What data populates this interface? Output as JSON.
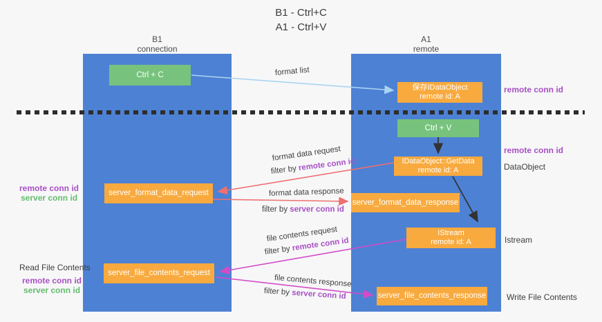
{
  "title": {
    "line1": "B1 - Ctrl+C",
    "line2": "A1 - Ctrl+V"
  },
  "columns": {
    "left": {
      "name": "B1",
      "role": "connection"
    },
    "right": {
      "name": "A1",
      "role": "remote"
    }
  },
  "nodes": {
    "ctrl_c": {
      "label": "Ctrl + C"
    },
    "save_idataobject": {
      "line1": "保存IDataObject",
      "line2": "remote id: A"
    },
    "ctrl_v": {
      "label": "Ctrl + V"
    },
    "getdata": {
      "line1": "IDataObject::GetData",
      "line2": "remote id: A"
    },
    "server_format_data_request": {
      "label": "server_format_data_request"
    },
    "server_format_data_response": {
      "label": "server_format_data_response"
    },
    "istream": {
      "line1": "IStream",
      "line2": "remote id: A"
    },
    "server_file_contents_request": {
      "label": "server_file_contents_request"
    },
    "server_file_contents_response": {
      "label": "server_file_contents_response"
    }
  },
  "arrows": {
    "format_list": {
      "label": "format list"
    },
    "format_data_request": {
      "label": "format data request",
      "filter_prefix": "filter by ",
      "filter_key": "remote conn id"
    },
    "format_data_response": {
      "label": "format data response",
      "filter_prefix": "filter by ",
      "filter_key": "server conn id"
    },
    "file_contents_request": {
      "label": "file contents request",
      "filter_prefix": "filter by ",
      "filter_key": "remote conn id"
    },
    "file_contents_response": {
      "label": "file contents response",
      "filter_prefix": "filter by ",
      "filter_key": "server conn id"
    }
  },
  "side_labels": {
    "right_remote_conn_id_top": "remote conn id",
    "right_remote_conn_id_mid": "remote conn id",
    "right_dataobject": "DataObject",
    "right_istream": "Istream",
    "right_write_file_contents": "Write File Contents",
    "left_remote_conn_id_mid": "remote conn id",
    "left_server_conn_id_mid": "server conn id",
    "left_read_file_contents": "Read File Contents",
    "left_remote_conn_id_bottom": "remote conn id",
    "left_server_conn_id_bottom": "server conn id"
  },
  "colors": {
    "column_blue": "#4d81d4",
    "box_green": "#77c37d",
    "box_orange": "#f8aa3e",
    "purple_text": "#a850c4",
    "green_text": "#64bd6e",
    "arrow_red": "#ee7070",
    "arrow_magenta": "#d24cc8",
    "arrow_lightblue": "#a9d4f1",
    "arrow_black": "#333333",
    "dashed_line": "#2d2d2d"
  }
}
